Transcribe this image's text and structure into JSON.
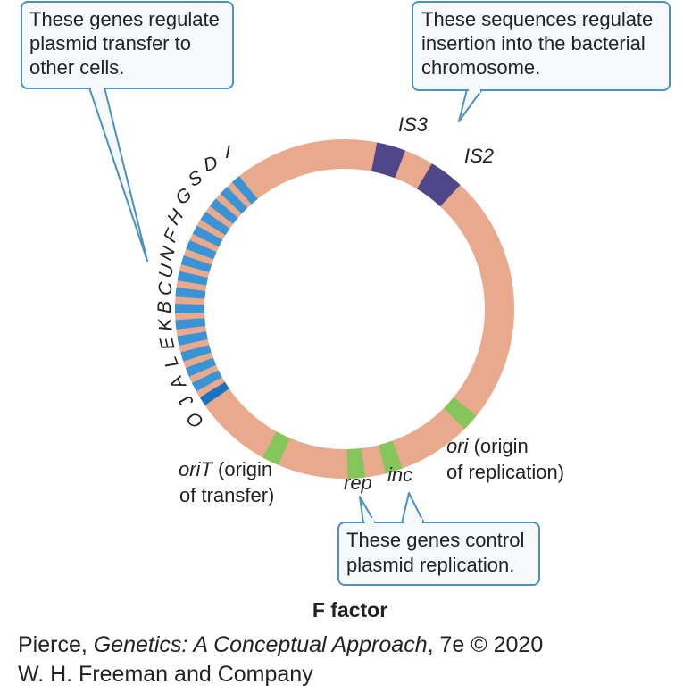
{
  "callouts": {
    "transfer_genes": [
      "These genes regulate",
      "plasmid transfer to",
      "other cells."
    ],
    "insertion_sequences": [
      "These sequences regulate",
      "insertion into the bacterial",
      "chromosome."
    ],
    "replication_genes": [
      "These genes control",
      "plasmid replication."
    ]
  },
  "segments": {
    "is3": "IS3",
    "is2": "IS2",
    "ori": {
      "italic": "ori",
      "rest_line1": " (origin",
      "line2": "of replication)"
    },
    "orit": {
      "italic": "oriT",
      "rest_line1": " (origin",
      "line2": "of transfer)"
    },
    "rep": "rep",
    "inc": "inc"
  },
  "tra_genes": [
    "D",
    "I",
    "S",
    "G",
    "H",
    "F",
    "N",
    "U",
    "C",
    "B",
    "K",
    "E",
    "L",
    "A",
    "J",
    "O"
  ],
  "title": "F factor",
  "credit": {
    "line1_pre": "Pierce, ",
    "line1_italic": "Genetics: A Conceptual Approach",
    "line1_post": ", 7e © 2020",
    "line2": "W. H. Freeman and Company"
  },
  "colors": {
    "plasmid": "#e9a98d",
    "tra_gene": "#3a93d4",
    "tra_gene_last": "#1d6fc0",
    "insertion_sequence": "#4f4789",
    "replication_gene": "#86c55a",
    "callout_border": "#4a92bd",
    "callout_fill": "#f5f9fc"
  }
}
